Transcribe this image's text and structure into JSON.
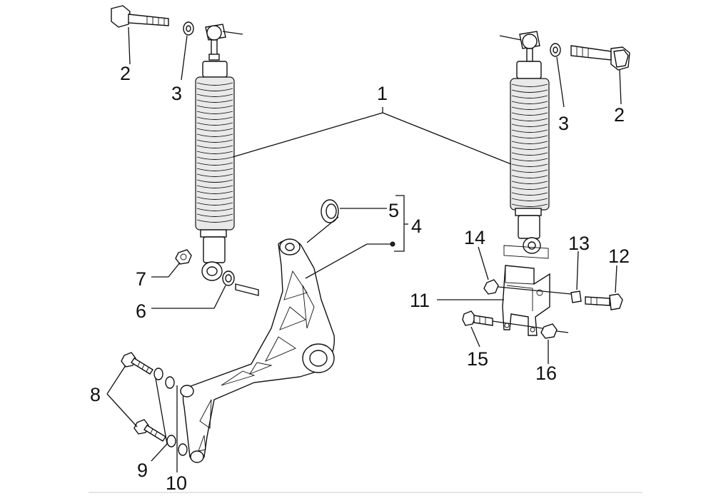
{
  "callouts": {
    "c1": "1",
    "c2_left": "2",
    "c2_right": "2",
    "c3_left": "3",
    "c3_right": "3",
    "c4": "4",
    "c5": "5",
    "c6": "6",
    "c7": "7",
    "c8": "8",
    "c9": "9",
    "c10": "10",
    "c11": "11",
    "c12": "12",
    "c13": "13",
    "c14": "14",
    "c15": "15",
    "c16": "16"
  }
}
